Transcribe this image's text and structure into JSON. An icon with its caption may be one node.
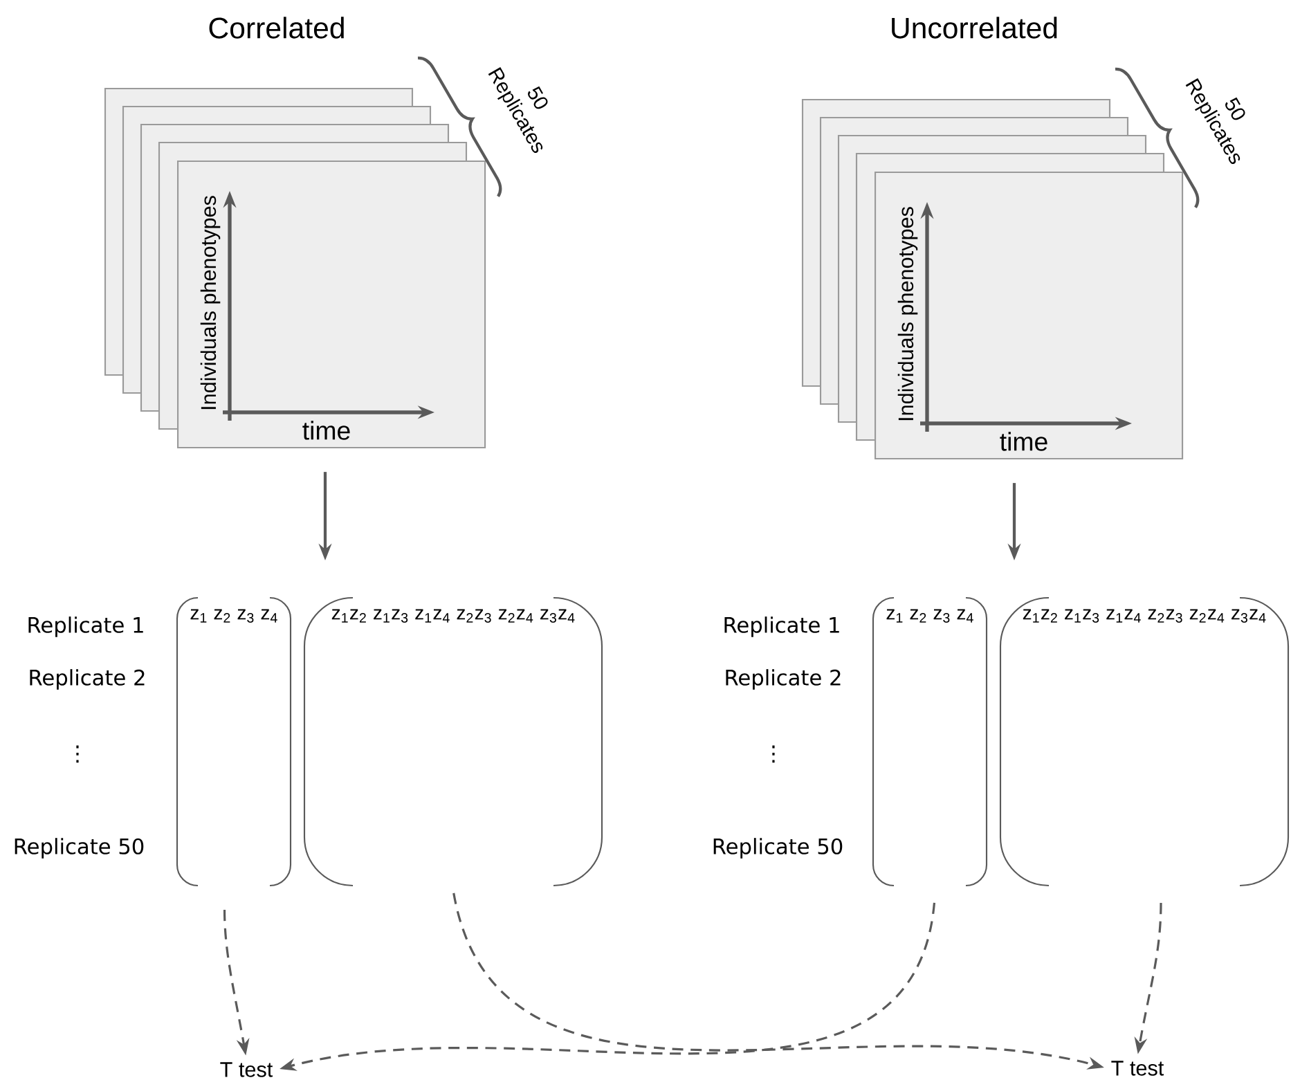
{
  "diagram": {
    "nodes": [
      {
        "text": [
          "Correlated",
          "Individuals phenotypes",
          "time"
        ],
        "beside": [
          "50 Replicates"
        ]
      },
      {
        "text": [
          "Uncorrelated",
          "Individuals phenotypes",
          "time"
        ],
        "beside": [
          "50 Replicates"
        ]
      },
      {
        "text": [
          "z$_{1}$ z$_{2}$ z$_{3}$ z$_{4}$"
        ]
      },
      {
        "text": [
          "z$_{1}$z$_{2}$ z$_{1}$z$_{3}$ z$_{1}$z$_{4}$ z$_{2}$z$_{3}$ z$_{2}$z$_{4}$ z$_{3}$z$_{4}$"
        ]
      },
      {
        "text": [
          "z$_{1}$ z$_{2}$ z$_{3}$ z$_{4}$"
        ]
      },
      {
        "text": [
          "z$_{1}$z$_{2}$ z$_{1}$z$_{3}$ z$_{1}$z$_{4}$ z$_{2}$z$_{3}$ z$_{2}$z$_{4}$ z$_{3}$z$_{4}$"
        ]
      },
      {
        "text": [
          "T test"
        ]
      },
      {
        "text": [
          "T test"
        ]
      }
    ],
    "edges": [
      {
        "from": 0,
        "to": 3,
        "arrow": "to"
      },
      {
        "from": 1,
        "to": 5,
        "arrow": "to"
      },
      {
        "from": 2,
        "to": 6,
        "arrow": "to",
        "style": "dashed"
      },
      {
        "from": 3,
        "to": 7,
        "arrow": "to",
        "style": "dashed"
      },
      {
        "from": 4,
        "to": 6,
        "arrow": "to",
        "style": "dashed"
      },
      {
        "from": 5,
        "to": 7,
        "arrow": "to",
        "style": "dashed"
      }
    ],
    "labels": [
      "Replicate 1",
      "Replicate 2",
      "⋮",
      "Replicate 50",
      "Replicate 1",
      "Replicate 2",
      "⋮",
      "Replicate 50"
    ]
  }
}
